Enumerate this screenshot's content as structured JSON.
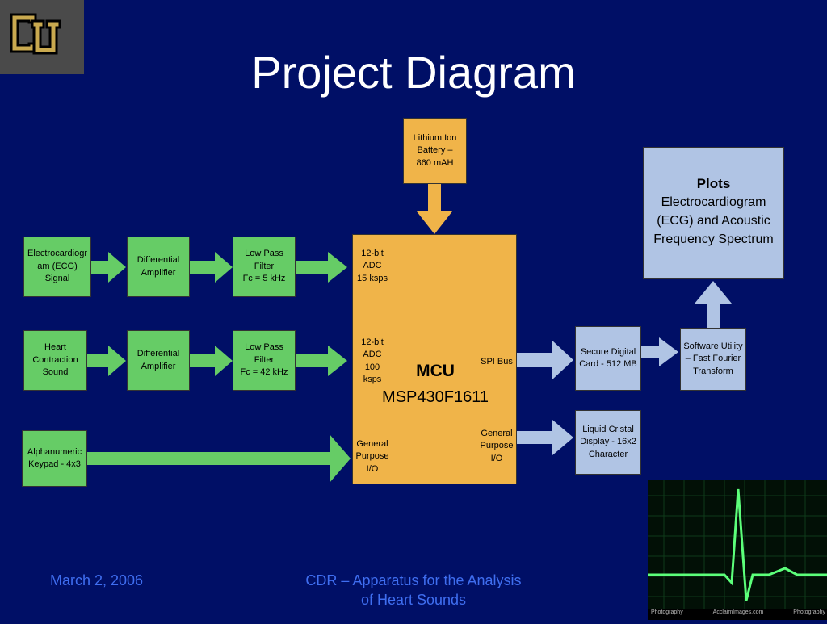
{
  "title": "Project Diagram",
  "logo": {
    "text": "CU",
    "icon": "cu-logo-icon"
  },
  "blocks": {
    "battery": "Lithium Ion\nBattery –\n860 mAH",
    "ecg_signal": "Electrocardiogr\nam (ECG)\nSignal",
    "diff_amp_1": "Differential\nAmplifier",
    "lpf_1": "Low Pass\nFilter\nFc = 5 kHz",
    "heart_sound": "Heart\nContraction\nSound",
    "diff_amp_2": "Differential\nAmplifier",
    "lpf_2": "Low Pass\nFilter\nFc = 42 kHz",
    "keypad": "Alphanumeric\nKeypad - 4x3",
    "sd_card": "Secure Digital\nCard - 512 MB",
    "fft": "Software Utility\n– Fast Fourier\nTransform",
    "lcd": "Liquid Cristal\nDisplay - 16x2\nCharacter"
  },
  "mcu": {
    "name": "MCU",
    "part": "MSP430F1611",
    "adc1": "12-bit\nADC\n15 ksps",
    "adc2": "12-bit\nADC\n100\nksps",
    "gpio_in": "General\nPurpose\nI/O",
    "spi": "SPI Bus",
    "gpio_out": "General\nPurpose\nI/O"
  },
  "plots": {
    "heading": "Plots",
    "body": "Electrocardiogram (ECG) and Acoustic Frequency Spectrum"
  },
  "footer": {
    "date": "March 2, 2006",
    "caption_line1": "CDR – Apparatus for the Analysis",
    "caption_line2": "of Heart Sounds"
  },
  "photo": {
    "icon": "ecg-trace-image",
    "watermarks": [
      "Photography",
      "AcclaimImages.com",
      "Photography"
    ]
  },
  "colors": {
    "background": "#000f66",
    "green_block": "#66cc66",
    "orange_block": "#f0b449",
    "blue_block": "#b0c4e4",
    "footer_text": "#3f6ef0"
  }
}
